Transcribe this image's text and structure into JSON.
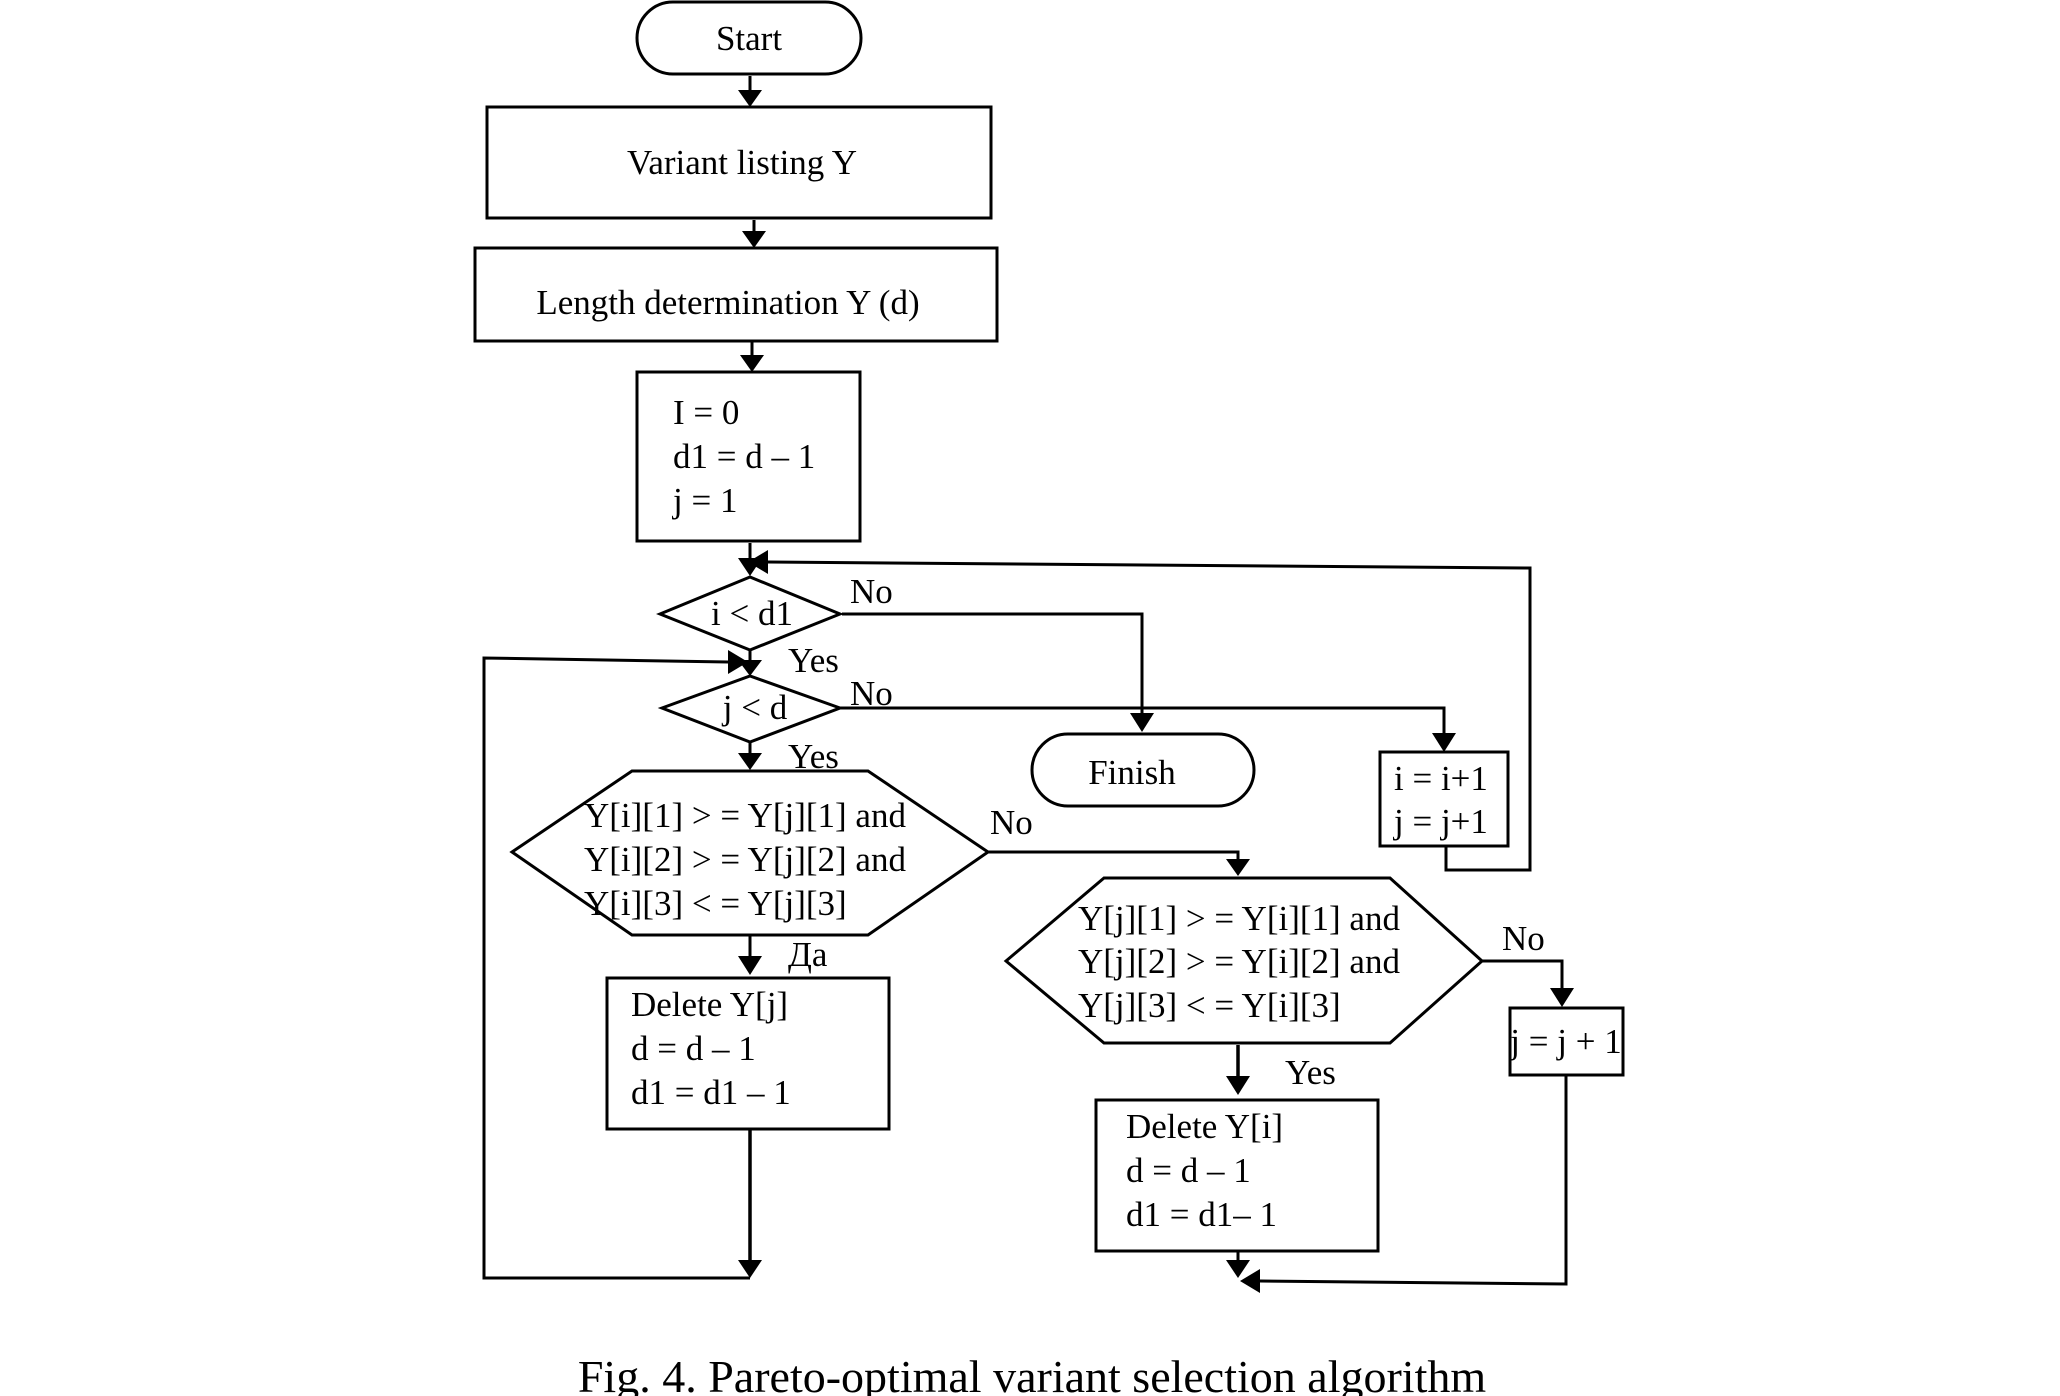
{
  "nodes": {
    "start": "Start",
    "variant_listing": "Variant listing Y",
    "length_determination": "Length determination Y (d)",
    "init": [
      "I = 0",
      "d1 = d – 1",
      "j = 1"
    ],
    "cond_i": "i < d1",
    "cond_j": "j < d",
    "finish": "Finish",
    "incr_ij": [
      "i = i+1",
      "j = j+1"
    ],
    "cond_dominates_j": [
      "Y[i][1] > = Y[j][1] and",
      "Y[i][2] > = Y[j][2] and",
      "Y[i][3] < = Y[j][3]"
    ],
    "cond_dominates_i": [
      "Y[j][1] > = Y[i][1] and",
      "Y[j][2] > = Y[i][2] and",
      "Y[j][3] < = Y[i][3]"
    ],
    "delete_j": [
      "Delete Y[j]",
      "d = d – 1",
      "d1 = d1 – 1"
    ],
    "delete_i": [
      "Delete Y[i]",
      "d = d – 1",
      "d1 = d1– 1"
    ],
    "incr_j": "j = j + 1"
  },
  "labels": {
    "cond_i_no": "No",
    "cond_i_yes": "Yes",
    "cond_j_no": "No",
    "cond_j_yes": "Yes",
    "dom_j_no": "No",
    "dom_j_yes": "Да",
    "dom_i_no": "No",
    "dom_i_yes": "Yes"
  },
  "caption": "Fig. 4. Pareto-optimal variant selection algorithm"
}
